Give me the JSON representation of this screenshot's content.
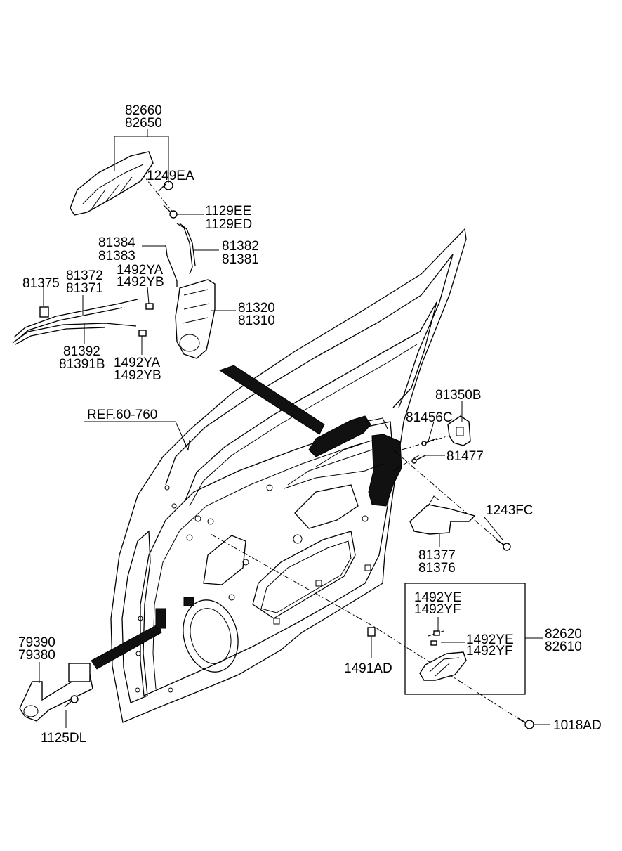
{
  "labels": {
    "l82660": "82660",
    "l82650": "82650",
    "l1249EA": "1249EA",
    "l1129EE": "1129EE",
    "l1129ED": "1129ED",
    "l81384": "81384",
    "l81383": "81383",
    "l81382": "81382",
    "l81381": "81381",
    "l1492YA_a": "1492YA",
    "l1492YB_a": "1492YB",
    "l81375": "81375",
    "l81372": "81372",
    "l81371": "81371",
    "l81320": "81320",
    "l81310": "81310",
    "l81392": "81392",
    "l81391B": "81391B",
    "l1492YA_b": "1492YA",
    "l1492YB_b": "1492YB",
    "lREF": "REF.60-760",
    "l81350B": "81350B",
    "l81456C": "81456C",
    "l81477": "81477",
    "l1243FC": "1243FC",
    "l81377": "81377",
    "l81376": "81376",
    "l1492YE_a": "1492YE",
    "l1492YF_a": "1492YF",
    "l1492YE_b": "1492YE",
    "l1492YF_b": "1492YF",
    "l82620": "82620",
    "l82610": "82610",
    "l1491AD": "1491AD",
    "l79390": "79390",
    "l79380": "79380",
    "l1125DL": "1125DL",
    "l1018AD": "1018AD"
  }
}
